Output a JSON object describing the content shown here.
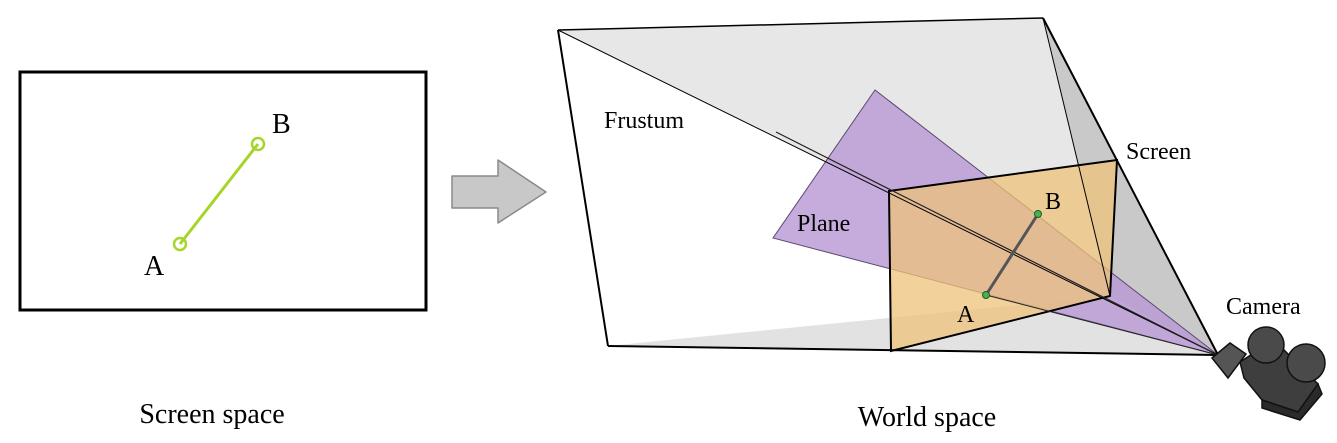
{
  "screen_space": {
    "caption": "Screen space",
    "point_a": "A",
    "point_b": "B"
  },
  "world_space": {
    "caption": "World space",
    "frustum_label": "Frustum",
    "screen_label": "Screen",
    "plane_label": "Plane",
    "camera_label": "Camera",
    "point_a": "A",
    "point_b": "B"
  },
  "colors": {
    "screen_segment": "#a8d42a",
    "plane_fill": "#b99ad6",
    "screen_fill": "#eec27a",
    "frustum_fill": "#e3e3e3",
    "arrow_fill": "#c8c8c8",
    "world_points": "#4caf50"
  }
}
